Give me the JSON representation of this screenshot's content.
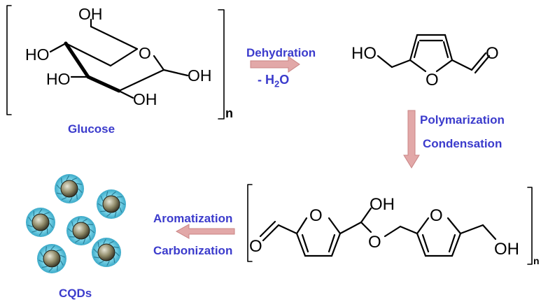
{
  "diagram": {
    "glucose": {
      "atoms": {
        "oh_top": "OH",
        "ho_left": "HO",
        "ho_bottom_left": "HO",
        "oh_right": "OH",
        "oh_bottom": "OH",
        "ring_o": "O"
      },
      "subscript": "n",
      "label": "Glucose"
    },
    "step_dehydration": {
      "label": "Dehydration",
      "byproduct": "- H",
      "byproduct_sub": "2",
      "byproduct_end": "O"
    },
    "hmf": {
      "atoms": {
        "ho": "HO",
        "ring_o": "O",
        "aldehyde_o": "O"
      }
    },
    "step_polymerization": {
      "label_1": "Polymarization",
      "label_2": "Condensation"
    },
    "polymer": {
      "atoms": {
        "aldehyde_o": "O",
        "ring_o_left": "O",
        "oh_top": "OH",
        "bridge_o": "O",
        "ring_o_right": "O",
        "oh_end": "OH"
      },
      "subscript": "n"
    },
    "step_aromatization": {
      "label_1": "Aromatization",
      "label_2": "Carbonization"
    },
    "cqds": {
      "label": "CQDs",
      "count": 6
    },
    "colors": {
      "label": "#3b3bcc",
      "arrow": "#e2a8a8",
      "arrow_edge": "#c98585",
      "dot_shell": "#58c8e0",
      "dot_core": "#6e6a4e"
    }
  }
}
